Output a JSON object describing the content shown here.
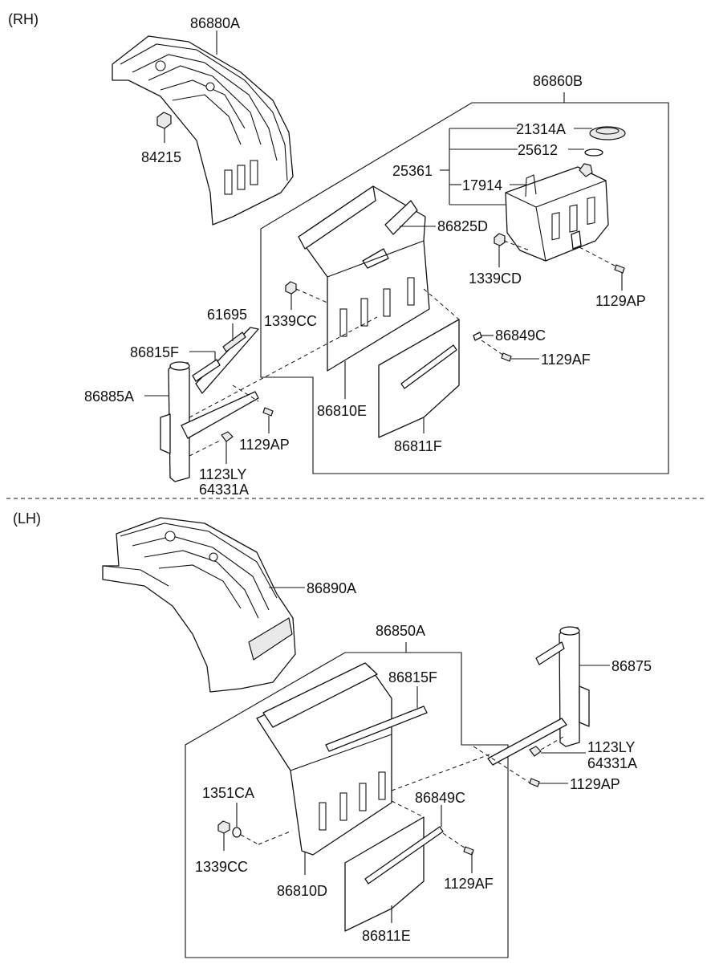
{
  "sections": {
    "rh": "(RH)",
    "lh": "(LH)"
  },
  "labels": {
    "p86880A": "86880A",
    "p84215": "84215",
    "p86860B": "86860B",
    "p21314A": "21314A",
    "p25612": "25612",
    "p25361": "25361",
    "p17914": "17914",
    "p86825D": "86825D",
    "p1339CD": "1339CD",
    "p1129AP_r1": "1129AP",
    "p61695": "61695",
    "p1339CC_r": "1339CC",
    "p86815F_r": "86815F",
    "p86849C_r": "86849C",
    "p1129AF_r": "1129AF",
    "p86885A": "86885A",
    "p86810E": "86810E",
    "p1129AP_r2": "1129AP",
    "p86811F": "86811F",
    "p1123LY_r": "1123LY",
    "p64331A_r": "64331A",
    "p86890A": "86890A",
    "p86850A": "86850A",
    "p86815F_l": "86815F",
    "p86875": "86875",
    "p1123LY_l": "1123LY",
    "p64331A_l": "64331A",
    "p1129AP_l": "1129AP",
    "p1351CA": "1351CA",
    "p86849C_l": "86849C",
    "p1339CC_l": "1339CC",
    "p86810D": "86810D",
    "p1129AF_l": "1129AF",
    "p86811E": "86811E"
  }
}
